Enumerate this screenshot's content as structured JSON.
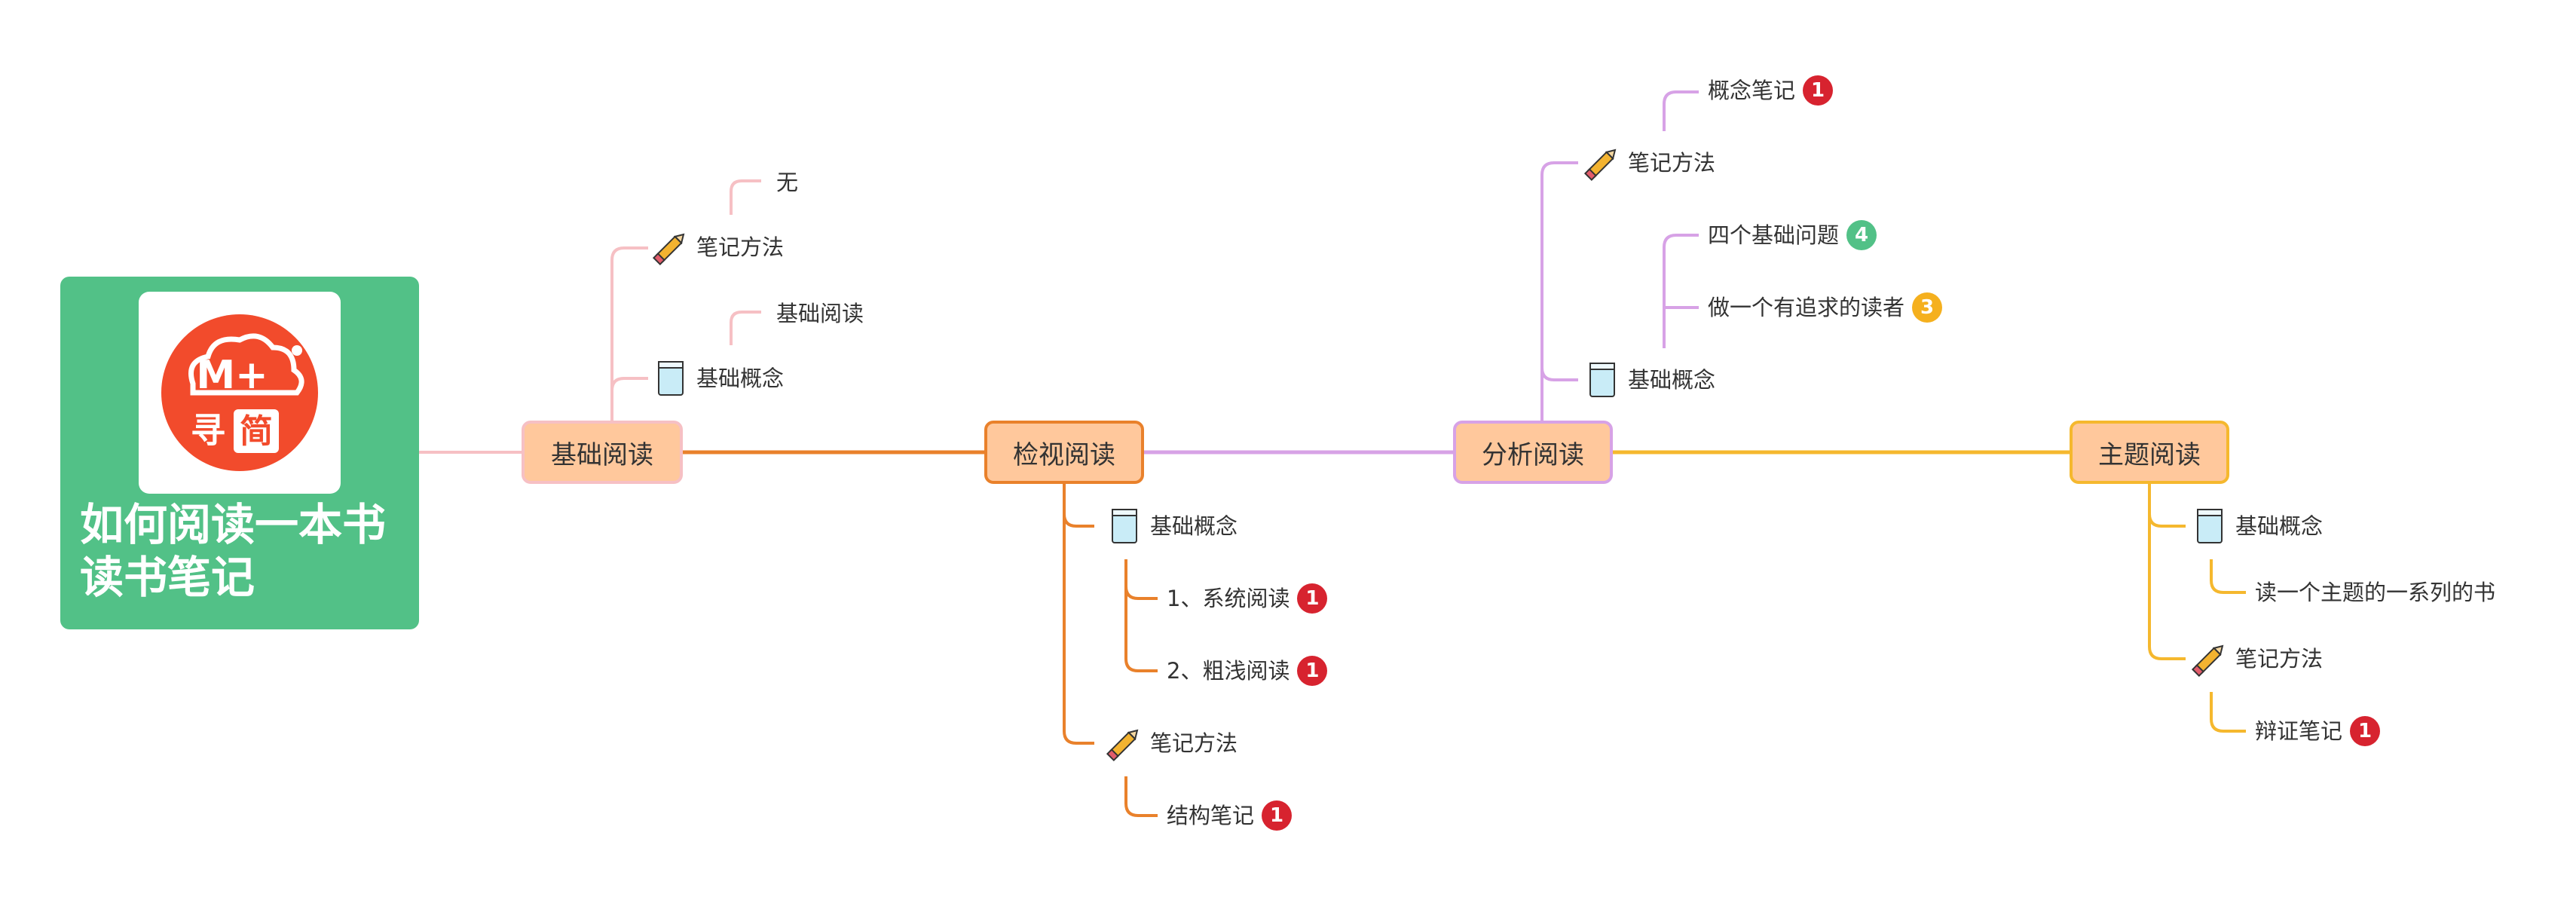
{
  "root": {
    "title_line1": "如何阅读一本书",
    "title_line2": "读书笔记",
    "logo_top": "M+",
    "logo_bottom_left": "寻",
    "logo_bottom_right": "简"
  },
  "stages": [
    {
      "label": "基础阅读",
      "color": "#f6c0c4"
    },
    {
      "label": "检视阅读",
      "color": "#e9812b"
    },
    {
      "label": "分析阅读",
      "color": "#d7a2e6"
    },
    {
      "label": "主题阅读",
      "color": "#f5b82e"
    }
  ],
  "colors": {
    "red_badge": "#d7232f",
    "green_badge": "#52c187",
    "orange_badge": "#f5b01e"
  },
  "basic": {
    "method": "笔记方法",
    "method_child": "无",
    "concept": "基础概念",
    "concept_child": "基础阅读"
  },
  "inspect": {
    "concept": "基础概念",
    "item1": "1、系统阅读",
    "item1_badge": "1",
    "item2": "2、粗浅阅读",
    "item2_badge": "1",
    "method": "笔记方法",
    "method_child": "结构笔记",
    "method_child_badge": "1"
  },
  "analyze": {
    "method": "笔记方法",
    "method_child": "概念笔记",
    "method_child_badge": "1",
    "concept": "基础概念",
    "concept_item1": "四个基础问题",
    "concept_item1_badge": "4",
    "concept_item2": "做一个有追求的读者",
    "concept_item2_badge": "3"
  },
  "topic": {
    "concept": "基础概念",
    "concept_child": "读一个主题的一系列的书",
    "method": "笔记方法",
    "method_child": "辩证笔记",
    "method_child_badge": "1"
  }
}
